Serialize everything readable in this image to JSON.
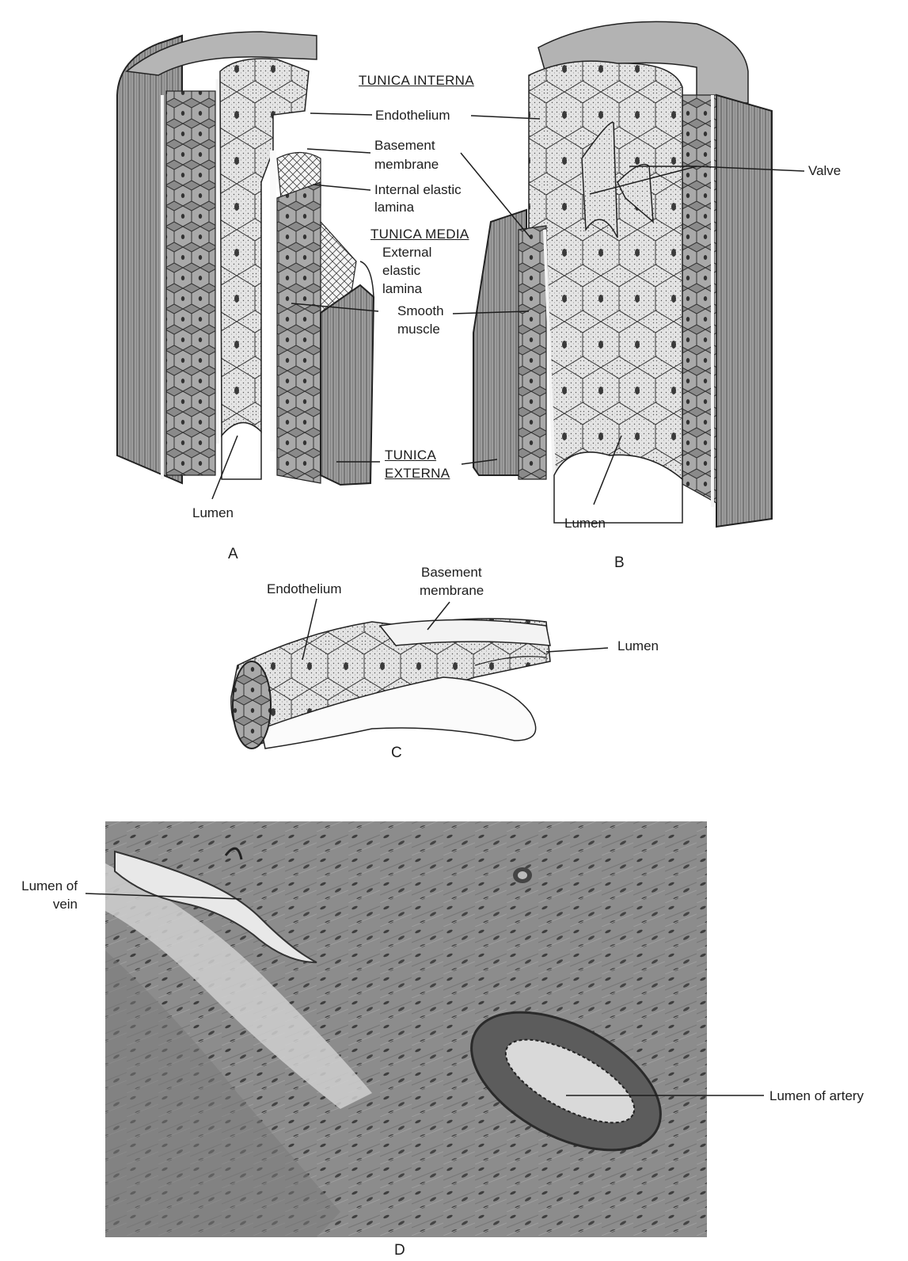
{
  "panels": {
    "a": {
      "letter": "A"
    },
    "b": {
      "letter": "B"
    },
    "c": {
      "letter": "C"
    },
    "d": {
      "letter": "D"
    }
  },
  "labels": {
    "tunica_interna": "TUNICA INTERNA",
    "endothelium_ab": "Endothelium",
    "basement_membrane_ab_line1": "Basement",
    "basement_membrane_ab_line2": "membrane",
    "internal_elastic_line1": "Internal elastic",
    "internal_elastic_line2": "lamina",
    "tunica_media": "TUNICA MEDIA",
    "external_elastic_line1": "External",
    "external_elastic_line2": "elastic",
    "external_elastic_line3": "lamina",
    "smooth_muscle_line1": "Smooth",
    "smooth_muscle_line2": "muscle",
    "tunica_externa_line1": "TUNICA",
    "tunica_externa_line2": "EXTERNA",
    "lumen_a": "Lumen",
    "lumen_b": "Lumen",
    "valve": "Valve",
    "endothelium_c": "Endothelium",
    "basement_membrane_c_line1": "Basement",
    "basement_membrane_c_line2": "membrane",
    "lumen_c": "Lumen",
    "lumen_of_vein_line1": "Lumen of",
    "lumen_of_vein_line2": "vein",
    "lumen_of_artery": "Lumen of artery"
  },
  "colors": {
    "ink": "#1d1d1d",
    "tissue_dark": "#5a5a5a",
    "tissue_mid": "#9a9a9a",
    "tissue_light": "#d6d6d6",
    "micrograph_bg": "#8c8c8c"
  }
}
